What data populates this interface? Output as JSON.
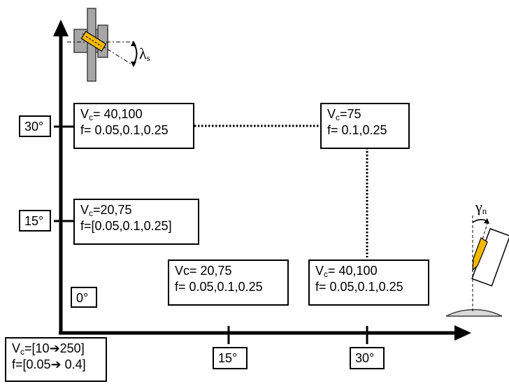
{
  "y_angles": {
    "a30": "30°",
    "a15": "15°",
    "a0": "0°"
  },
  "x_angles": {
    "a15": "15°",
    "a30": "30°"
  },
  "conditions": {
    "y30_x0": {
      "vc_sym": "V",
      "vc_sub": "c",
      "vc_val": "= 40,100",
      "f": "f= 0.05,0.1,0.25"
    },
    "y30_x30": {
      "vc_sym": "V",
      "vc_sub": "c",
      "vc_val": "=75",
      "f": "f= 0.1,0.25"
    },
    "y15_x0": {
      "vc_sym": "V",
      "vc_sub": "c",
      "vc_val": "=20,75",
      "f": "f=[0.05,0.1,0.25]"
    },
    "y0_x15": {
      "vc": "Vc= 20,75",
      "f": "f= 0.05,0.1,0.25"
    },
    "y0_x30": {
      "vc_sym": "V",
      "vc_sub": "c",
      "vc_val": "= 40,100",
      "f": "f= 0.05,0.1,0.25"
    }
  },
  "range": {
    "vc_sym": "V",
    "vc_sub": "c",
    "vc_start": "=[10",
    "vc_arrow": "➔",
    "vc_end": "250]",
    "f_start": "f=[0.05",
    "f_arrow": "➔",
    "f_end": " 0.4]"
  },
  "symbols": {
    "lambda": "λ",
    "lambda_sub": "s",
    "gamma": "γ",
    "gamma_sub": "n"
  },
  "colors": {
    "insert": "#F5B800",
    "tool_gray": "#A6A6A6",
    "workpiece": "#D9D9D9"
  }
}
